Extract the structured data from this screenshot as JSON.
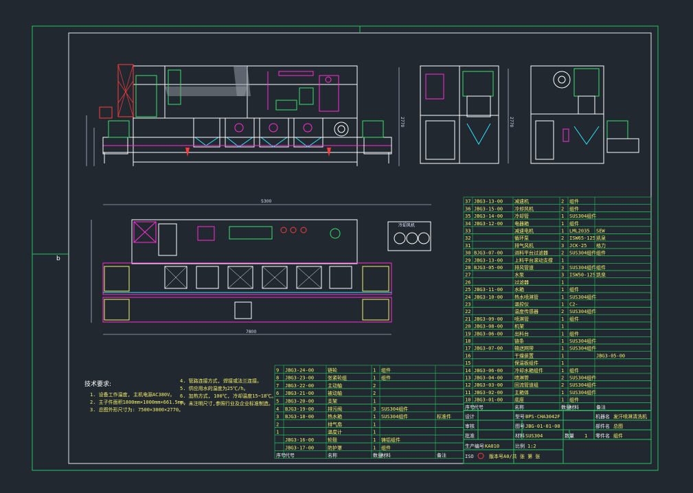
{
  "sheet": {
    "zone_label": "b",
    "tech_title": "技术要求:",
    "tech_notes": [
      "1. 设备工作温度, 主机电源AC380V。",
      "2. 主子件面积1800mm×1000mm×661.5mm。",
      "3. 总图外形尺寸为: 7500×3000×2770。",
      "4. 管路连接方式, 焊接或法兰连接。",
      "5. 供应用水的温度为25℃/h。",
      "6. 加热方式, 100℃, 冷却温度15~18℃。",
      "7. 未注明尺寸,参照行业及企业标准制造。"
    ]
  },
  "dims": {
    "front_w": "7800",
    "plan_w": "5300",
    "plan_total": "7800",
    "front_h": "2770",
    "side_h": "2770"
  },
  "plan_labels": {
    "aux_unit": "冷却风机"
  },
  "bom_right": {
    "rows": [
      {
        "no": "37",
        "code": "JBG3-13-00",
        "name": "减速机",
        "qty": "2",
        "mat": "组件",
        "note": ""
      },
      {
        "no": "36",
        "code": "JBG3-15-00",
        "name": "冷却风机",
        "qty": "2",
        "mat": "组件",
        "note": ""
      },
      {
        "no": "35",
        "code": "JBG3-14-00",
        "name": "冷却管",
        "qty": "1",
        "mat": "SUS304组件",
        "note": ""
      },
      {
        "no": "34",
        "code": "JBG3-12-00",
        "name": "电器箱",
        "qty": "1",
        "mat": "组件",
        "note": ""
      },
      {
        "no": "33",
        "code": "",
        "name": "减速电机",
        "qty": "1",
        "mat": "LML2035",
        "note": "SEW"
      },
      {
        "no": "32",
        "code": "",
        "name": "循环泵",
        "qty": "2",
        "mat": "ISW65-125",
        "note": "凯泉"
      },
      {
        "no": "31",
        "code": "",
        "name": "排气风机",
        "qty": "3",
        "mat": "JCK-25",
        "note": "格力"
      },
      {
        "no": "30",
        "code": "BJG3-07-00",
        "name": "进料平台过滤器",
        "qty": "2",
        "mat": "SUS304组件",
        "note": "组件"
      },
      {
        "no": "29",
        "code": "JBG3-13-00",
        "name": "上料平台滚动支撑",
        "qty": "1",
        "mat": "",
        "note": ""
      },
      {
        "no": "28",
        "code": "BJG3-05-00",
        "name": "排风管道",
        "qty": "3",
        "mat": "SUS304组件",
        "note": "组件"
      },
      {
        "no": "27",
        "code": "",
        "name": "水泵",
        "qty": "3",
        "mat": "ISW50-125",
        "note": "凯泉"
      },
      {
        "no": "26",
        "code": "",
        "name": "过滤器",
        "qty": "1",
        "mat": "",
        "note": ""
      },
      {
        "no": "25",
        "code": "JBG3-11-00",
        "name": "水箱",
        "qty": "1",
        "mat": "组件",
        "note": ""
      },
      {
        "no": "24",
        "code": "JBG3-10-00",
        "name": "热水喷淋管",
        "qty": "1",
        "mat": "SUS304组件",
        "note": ""
      },
      {
        "no": "23",
        "code": "",
        "name": "温控仪",
        "qty": "1",
        "mat": "C2-",
        "note": ""
      },
      {
        "no": "22",
        "code": "",
        "name": "温度传感器",
        "qty": "2",
        "mat": "SUS304组件",
        "note": ""
      },
      {
        "no": "21",
        "code": "JBG3-09-00",
        "name": "喷淋管",
        "qty": "1",
        "mat": "组件",
        "note": ""
      },
      {
        "no": "20",
        "code": "JBG3-08-00",
        "name": "机架",
        "qty": "1",
        "mat": "",
        "note": ""
      },
      {
        "no": "19",
        "code": "JBG3-06-00",
        "name": "出料台",
        "qty": "1",
        "mat": "组件",
        "note": ""
      },
      {
        "no": "18",
        "code": "",
        "name": "链条",
        "qty": "1",
        "mat": "SUS304组件",
        "note": ""
      },
      {
        "no": "17",
        "code": "JBG3-07-00",
        "name": "输送网带",
        "qty": "1",
        "mat": "SUS304组件",
        "note": ""
      },
      {
        "no": "16",
        "code": "",
        "name": "干燥装置",
        "qty": "1",
        "mat": "",
        "note": "JBG3-05-00"
      },
      {
        "no": "15",
        "code": "",
        "name": "保温板组件",
        "qty": "1",
        "mat": "",
        "note": ""
      },
      {
        "no": "14",
        "code": "JBG3-06-00",
        "name": "冷却水箱组件",
        "qty": "1",
        "mat": "组件",
        "note": ""
      },
      {
        "no": "13",
        "code": "JBG3-04-00",
        "name": "喷淋管",
        "qty": "2",
        "mat": "SUS304组件",
        "note": ""
      },
      {
        "no": "12",
        "code": "JBG3-03-00",
        "name": "回流管道组",
        "qty": "2",
        "mat": "SUS304组件",
        "note": ""
      },
      {
        "no": "11",
        "code": "JBG3-02-00",
        "name": "主箱体",
        "qty": "1",
        "mat": "SUS304组件",
        "note": ""
      },
      {
        "no": "10",
        "code": "JBG3-01-00",
        "name": "底座",
        "qty": "1",
        "mat": "组件",
        "note": ""
      }
    ],
    "header": {
      "no": "序号",
      "code": "代号",
      "name": "名称",
      "qty": "数量",
      "mat": "材料",
      "note": "备注"
    }
  },
  "bom_left": {
    "rows": [
      {
        "no": "9",
        "code": "JBG3-24-00",
        "name": "链轮",
        "qty": "1",
        "mat": "组件",
        "note": ""
      },
      {
        "no": "8",
        "code": "JBG3-23-00",
        "name": "张紧轮组",
        "qty": "1",
        "mat": "组件",
        "note": ""
      },
      {
        "no": "7",
        "code": "JBG3-22-00",
        "name": "主动轴",
        "qty": "2",
        "mat": "",
        "note": ""
      },
      {
        "no": "6",
        "code": "JBG3-21-00",
        "name": "被动轴",
        "qty": "2",
        "mat": "",
        "note": ""
      },
      {
        "no": "5",
        "code": "JBG3-20-00",
        "name": "支架",
        "qty": "1",
        "mat": "",
        "note": ""
      },
      {
        "no": "4",
        "code": "BJG3-19-00",
        "name": "排污阀",
        "qty": "3",
        "mat": "SUS304组件",
        "note": ""
      },
      {
        "no": "3",
        "code": "BJG3-18-00",
        "name": "热水箱",
        "qty": "1",
        "mat": "SUS304组件",
        "note": "标准件"
      },
      {
        "no": "2",
        "code": "",
        "name": "排气扇",
        "qty": "1",
        "mat": "",
        "note": ""
      },
      {
        "no": "1",
        "code": "",
        "name": "温度计",
        "qty": "1",
        "mat": "",
        "note": ""
      },
      {
        "no": "",
        "code": "JBG3-16-00",
        "name": "轮毂",
        "qty": "1",
        "mat": "铸铝组件",
        "note": ""
      },
      {
        "no": "",
        "code": "JBG3-17-00",
        "name": "防护罩",
        "qty": "1",
        "mat": "组件",
        "note": ""
      }
    ],
    "header": {
      "no": "序号",
      "code": "代号",
      "name": "名称",
      "qty": "数量",
      "mat": "材料",
      "note": "备注"
    }
  },
  "title_block": {
    "design_lbl": "设计",
    "design_val": "",
    "check_lbl": "审核",
    "check_val": "",
    "approve_lbl": "批准",
    "approve_val": "",
    "model_lbl": "型号",
    "model_val": "BPS-CHA3042F",
    "dwg_lbl": "图号",
    "dwg_val": "JBG-01-01-00",
    "mat_lbl": "材料",
    "mat_val": "SUS304",
    "qty_lbl": "数量",
    "qty_val": "1",
    "name_lbl": "机器名",
    "name_val": "发汗喷淋清洗机",
    "part_lbl": "部件名",
    "part_val": "总图",
    "kind_lbl": "零件名",
    "kind_val": "组件",
    "prod_lbl": "生产编号",
    "prod_val": "KA010",
    "scale_lbl": "比例",
    "scale_val": "1:2",
    "std_lbl": "ISO",
    "sheet_val": "版本号A0/共 张 第 张"
  },
  "colors": {
    "bg": "#212830",
    "border": "#22c55e",
    "line": "#ffffff",
    "yellow": "#f6f36a",
    "magenta": "#ff2ed6",
    "cyan": "#2ee6ff",
    "red": "#ff3b3b",
    "green": "#36e36a"
  }
}
